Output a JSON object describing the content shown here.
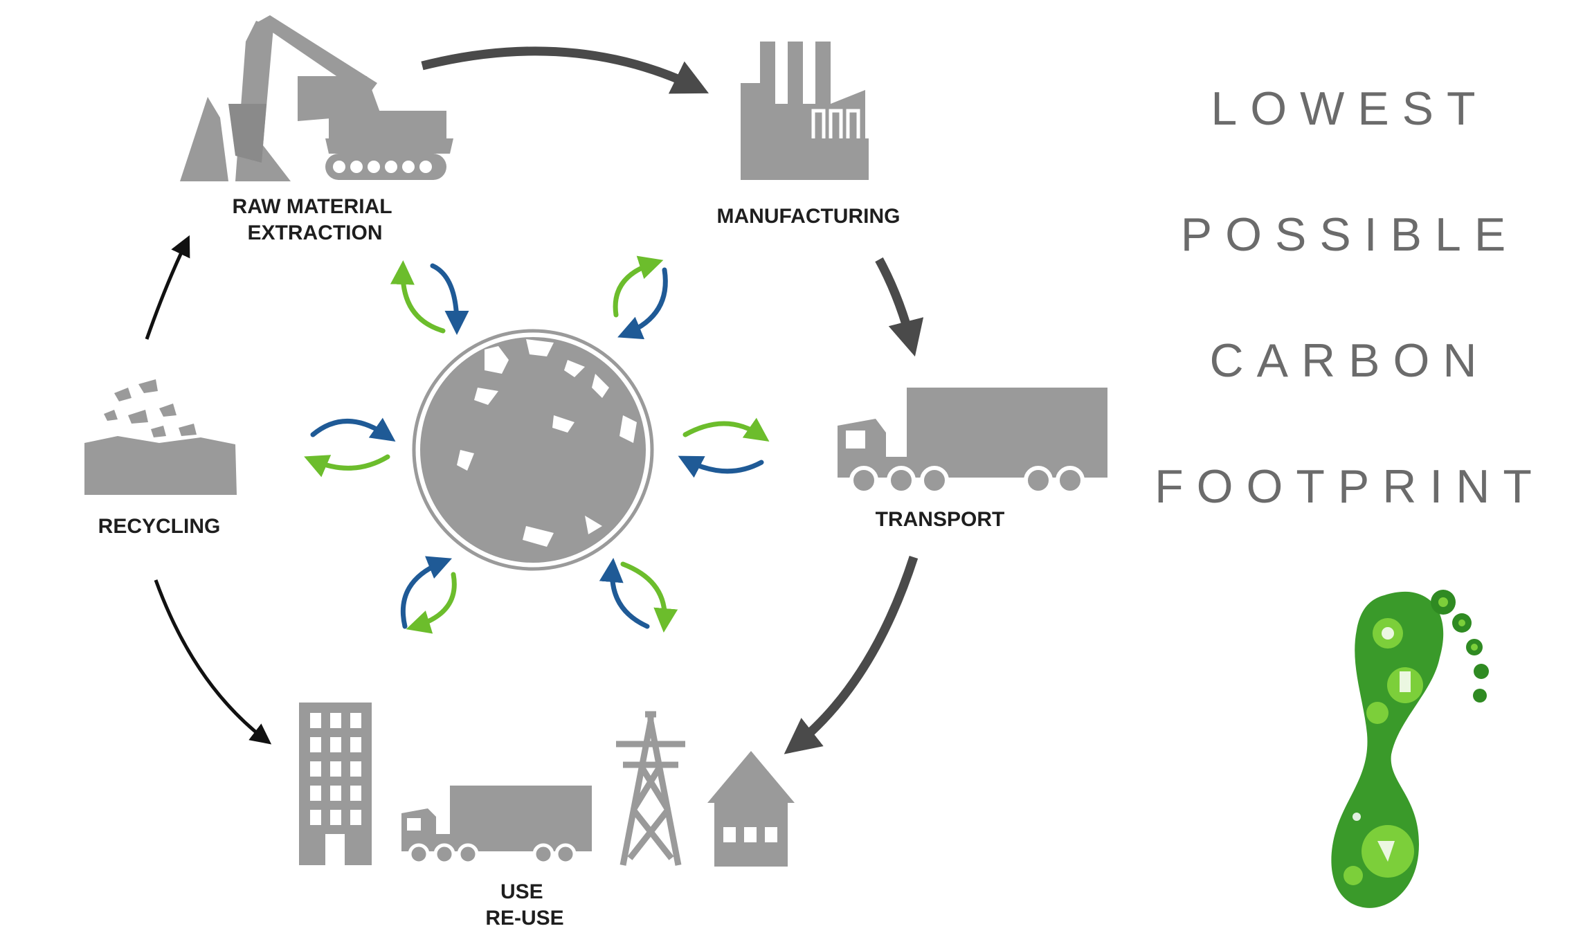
{
  "diagram": {
    "stages": {
      "raw_material": [
        "RAW MATERIAL",
        "EXTRACTION"
      ],
      "manufacturing": "MANUFACTURING",
      "transport": "TRANSPORT",
      "use": [
        "USE",
        "RE-USE"
      ],
      "recycling": "RECYCLING"
    },
    "colors": {
      "icon_gray": "#9a9a9a",
      "arrow_dark": "#4a4a4a",
      "arrow_black": "#111111",
      "exchange_blue": "#1f5a96",
      "exchange_green": "#6cbd2c",
      "footprint_green": "#3a9a2a",
      "headline_gray": "#6b6b6b"
    },
    "icons": [
      "excavator-icon",
      "factory-icon",
      "truck-icon",
      "building-icon",
      "power-pylon-icon",
      "house-icon",
      "recycling-heap-icon",
      "globe-icon",
      "footprint-icon"
    ]
  },
  "headline": {
    "line1": "LOWEST",
    "line2": "POSSIBLE",
    "line3": "CARBON",
    "line4": "FOOTPRINT"
  }
}
